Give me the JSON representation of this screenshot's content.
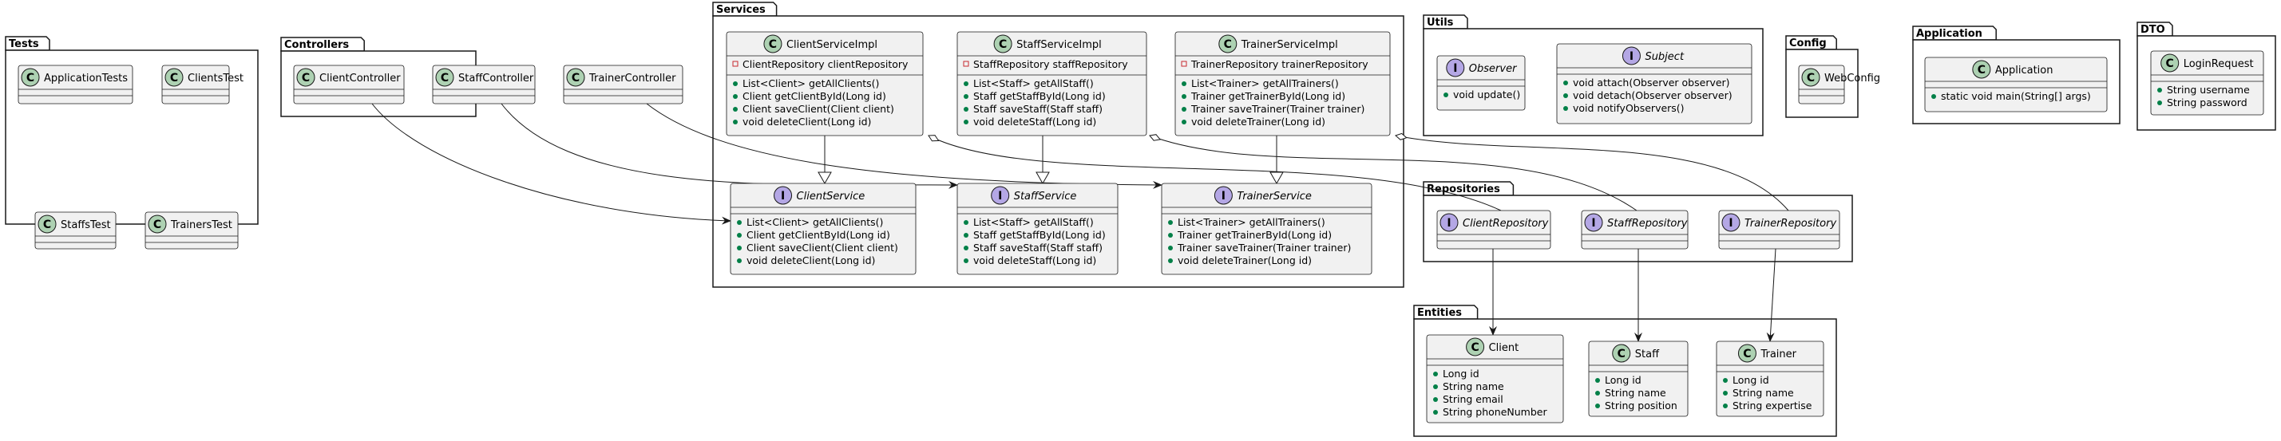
{
  "packages": [
    {
      "id": "tests",
      "name": "Tests"
    },
    {
      "id": "controllers",
      "name": "Controllers"
    },
    {
      "id": "services",
      "name": "Services"
    },
    {
      "id": "utils",
      "name": "Utils"
    },
    {
      "id": "config",
      "name": "Config"
    },
    {
      "id": "application",
      "name": "Application"
    },
    {
      "id": "dto",
      "name": "DTO"
    },
    {
      "id": "repositories",
      "name": "Repositories"
    },
    {
      "id": "entities",
      "name": "Entities"
    }
  ],
  "classes": [
    {
      "id": "ApplicationTests",
      "kind": "C",
      "name": "ApplicationTests",
      "fields": [],
      "methods": []
    },
    {
      "id": "ClientsTest",
      "kind": "C",
      "name": "ClientsTest",
      "fields": [],
      "methods": []
    },
    {
      "id": "StaffsTest",
      "kind": "C",
      "name": "StaffsTest",
      "fields": [],
      "methods": []
    },
    {
      "id": "TrainersTest",
      "kind": "C",
      "name": "TrainersTest",
      "fields": [],
      "methods": []
    },
    {
      "id": "ClientController",
      "kind": "C",
      "name": "ClientController",
      "fields": [],
      "methods": []
    },
    {
      "id": "StaffController",
      "kind": "C",
      "name": "StaffController",
      "fields": [],
      "methods": []
    },
    {
      "id": "TrainerController",
      "kind": "C",
      "name": "TrainerController",
      "fields": [],
      "methods": []
    },
    {
      "id": "ClientServiceImpl",
      "kind": "C",
      "name": "ClientServiceImpl",
      "fields": [
        {
          "vis": "private",
          "text": "ClientRepository clientRepository"
        }
      ],
      "methods": [
        "List<Client> getAllClients()",
        "Client getClientById(Long id)",
        "Client saveClient(Client client)",
        "void deleteClient(Long id)"
      ]
    },
    {
      "id": "StaffServiceImpl",
      "kind": "C",
      "name": "StaffServiceImpl",
      "fields": [
        {
          "vis": "private",
          "text": "StaffRepository staffRepository"
        }
      ],
      "methods": [
        "List<Staff> getAllStaff()",
        "Staff getStaffById(Long id)",
        "Staff saveStaff(Staff staff)",
        "void deleteStaff(Long id)"
      ]
    },
    {
      "id": "TrainerServiceImpl",
      "kind": "C",
      "name": "TrainerServiceImpl",
      "fields": [
        {
          "vis": "private",
          "text": "TrainerRepository trainerRepository"
        }
      ],
      "methods": [
        "List<Trainer> getAllTrainers()",
        "Trainer getTrainerById(Long id)",
        "Trainer saveTrainer(Trainer trainer)",
        "void deleteTrainer(Long id)"
      ]
    },
    {
      "id": "ClientService",
      "kind": "I",
      "name": "ClientService",
      "fields": [],
      "methods": [
        "List<Client> getAllClients()",
        "Client getClientById(Long id)",
        "Client saveClient(Client client)",
        "void deleteClient(Long id)"
      ]
    },
    {
      "id": "StaffService",
      "kind": "I",
      "name": "StaffService",
      "fields": [],
      "methods": [
        "List<Staff> getAllStaff()",
        "Staff getStaffById(Long id)",
        "Staff saveStaff(Staff staff)",
        "void deleteStaff(Long id)"
      ]
    },
    {
      "id": "TrainerService",
      "kind": "I",
      "name": "TrainerService",
      "fields": [],
      "methods": [
        "List<Trainer> getAllTrainers()",
        "Trainer getTrainerById(Long id)",
        "Trainer saveTrainer(Trainer trainer)",
        "void deleteTrainer(Long id)"
      ]
    },
    {
      "id": "Observer",
      "kind": "I",
      "name": "Observer",
      "fields": [],
      "methods": [
        "void update()"
      ]
    },
    {
      "id": "Subject",
      "kind": "I",
      "name": "Subject",
      "fields": [],
      "methods": [
        "void attach(Observer observer)",
        "void detach(Observer observer)",
        "void notifyObservers()"
      ]
    },
    {
      "id": "WebConfig",
      "kind": "C",
      "name": "WebConfig",
      "fields": [],
      "methods": []
    },
    {
      "id": "Application",
      "kind": "C",
      "name": "Application",
      "fields": [],
      "methods": [
        "static void main(String[] args)"
      ]
    },
    {
      "id": "LoginRequest",
      "kind": "C",
      "name": "LoginRequest",
      "fields": [],
      "methods": [
        "String username",
        "String password"
      ]
    },
    {
      "id": "ClientRepository",
      "kind": "I",
      "name": "ClientRepository",
      "fields": [],
      "methods": []
    },
    {
      "id": "StaffRepository",
      "kind": "I",
      "name": "StaffRepository",
      "fields": [],
      "methods": []
    },
    {
      "id": "TrainerRepository",
      "kind": "I",
      "name": "TrainerRepository",
      "fields": [],
      "methods": []
    },
    {
      "id": "Client",
      "kind": "C",
      "name": "Client",
      "fields": [],
      "methods": [
        "Long id",
        "String name",
        "String email",
        "String phoneNumber"
      ]
    },
    {
      "id": "Staff",
      "kind": "C",
      "name": "Staff",
      "fields": [],
      "methods": [
        "Long id",
        "String name",
        "String position"
      ]
    },
    {
      "id": "Trainer",
      "kind": "C",
      "name": "Trainer",
      "fields": [],
      "methods": [
        "Long id",
        "String name",
        "String expertise"
      ]
    }
  ],
  "relations": [
    {
      "from": "ClientController",
      "to": "ClientService",
      "type": "association"
    },
    {
      "from": "StaffController",
      "to": "StaffService",
      "type": "association"
    },
    {
      "from": "TrainerController",
      "to": "TrainerService",
      "type": "association"
    },
    {
      "from": "ClientServiceImpl",
      "to": "ClientService",
      "type": "realization"
    },
    {
      "from": "StaffServiceImpl",
      "to": "StaffService",
      "type": "realization"
    },
    {
      "from": "TrainerServiceImpl",
      "to": "TrainerService",
      "type": "realization"
    },
    {
      "from": "ClientServiceImpl",
      "to": "ClientRepository",
      "type": "aggregation"
    },
    {
      "from": "StaffServiceImpl",
      "to": "StaffRepository",
      "type": "aggregation"
    },
    {
      "from": "TrainerServiceImpl",
      "to": "TrainerRepository",
      "type": "aggregation"
    },
    {
      "from": "ClientRepository",
      "to": "Client",
      "type": "association"
    },
    {
      "from": "StaffRepository",
      "to": "Staff",
      "type": "association"
    },
    {
      "from": "TrainerRepository",
      "to": "Trainer",
      "type": "association"
    }
  ],
  "colors": {
    "class_fill": "#f1f1f1",
    "border": "#181818",
    "class_circle": "#add1b2",
    "interface_circle": "#b4a7e5",
    "private_marker": "#c82930",
    "public_marker": "#038048",
    "line": "#181818"
  }
}
